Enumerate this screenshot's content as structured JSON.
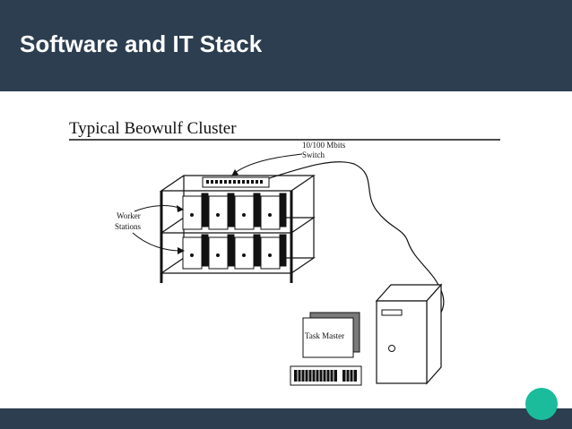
{
  "slide": {
    "title": "Software and IT Stack"
  },
  "diagram": {
    "title": "Typical Beowulf Cluster",
    "switch_label_line1": "10/100 Mbits",
    "switch_label_line2": "Switch",
    "worker_label_line1": "Worker",
    "worker_label_line2": "Stations",
    "master_label": "Task Master"
  },
  "colors": {
    "header_bg": "#2c3e50",
    "accent": "#1abc9c",
    "title_text": "#ffffff"
  }
}
